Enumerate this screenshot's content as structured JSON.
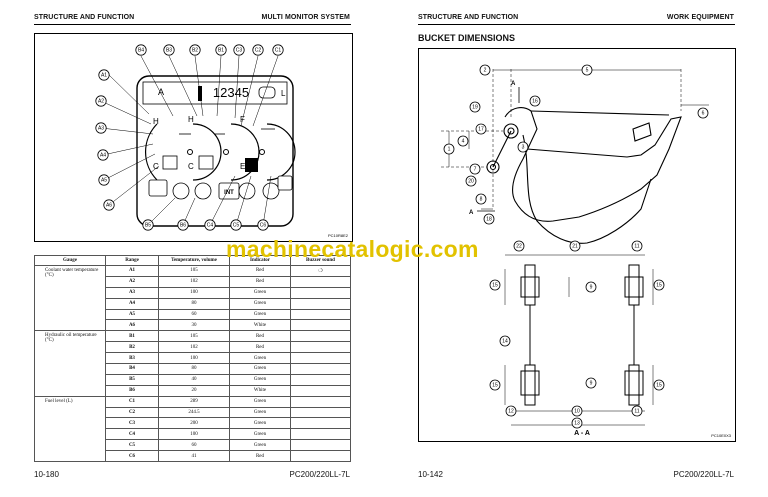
{
  "left_page": {
    "header_left": "STRUCTURE AND FUNCTION",
    "header_right": "MULTI MONITOR SYSTEM",
    "footer_left": "10-180",
    "footer_right": "PC200/220LL-7L",
    "figure_code": "PC10R8E2",
    "monitor_display": "12345",
    "monitor_callouts_top": [
      "B4",
      "B3",
      "B2",
      "B1",
      "C3",
      "C2",
      "C1"
    ],
    "monitor_callouts_left": [
      "A1",
      "A2",
      "A3",
      "A4",
      "A5",
      "A6"
    ],
    "monitor_callouts_bottom": [
      "B5",
      "B6",
      "C4",
      "C5",
      "C6"
    ],
    "table": {
      "headers": [
        "Gauge",
        "Range",
        "Temperature, volume",
        "Indicator",
        "Buzzer sound"
      ],
      "groups": [
        {
          "gauge": "Coolant water temperature (°C)",
          "rows": [
            {
              "range": "A1",
              "value": "105",
              "indicator": "Red",
              "buzzer": "❍"
            },
            {
              "range": "A2",
              "value": "102",
              "indicator": "Red",
              "buzzer": ""
            },
            {
              "range": "A3",
              "value": "100",
              "indicator": "Green",
              "buzzer": ""
            },
            {
              "range": "A4",
              "value": "80",
              "indicator": "Green",
              "buzzer": ""
            },
            {
              "range": "A5",
              "value": "60",
              "indicator": "Green",
              "buzzer": ""
            },
            {
              "range": "A6",
              "value": "30",
              "indicator": "White",
              "buzzer": ""
            }
          ]
        },
        {
          "gauge": "Hydraulic oil temperature (°C)",
          "rows": [
            {
              "range": "B1",
              "value": "105",
              "indicator": "Red",
              "buzzer": ""
            },
            {
              "range": "B2",
              "value": "102",
              "indicator": "Red",
              "buzzer": ""
            },
            {
              "range": "B3",
              "value": "100",
              "indicator": "Green",
              "buzzer": ""
            },
            {
              "range": "B4",
              "value": "80",
              "indicator": "Green",
              "buzzer": ""
            },
            {
              "range": "B5",
              "value": "40",
              "indicator": "Green",
              "buzzer": ""
            },
            {
              "range": "B6",
              "value": "20",
              "indicator": "White",
              "buzzer": ""
            }
          ]
        },
        {
          "gauge": "Fuel level (L)",
          "rows": [
            {
              "range": "C1",
              "value": "289",
              "indicator": "Green",
              "buzzer": ""
            },
            {
              "range": "C2",
              "value": "244.5",
              "indicator": "Green",
              "buzzer": ""
            },
            {
              "range": "C3",
              "value": "200",
              "indicator": "Green",
              "buzzer": ""
            },
            {
              "range": "C4",
              "value": "100",
              "indicator": "Green",
              "buzzer": ""
            },
            {
              "range": "C5",
              "value": "60",
              "indicator": "Green",
              "buzzer": ""
            },
            {
              "range": "C6",
              "value": "41",
              "indicator": "Red",
              "buzzer": ""
            }
          ]
        }
      ]
    }
  },
  "right_page": {
    "header_left": "STRUCTURE AND FUNCTION",
    "header_right": "WORK EQUIPMENT",
    "section_title": "BUCKET DIMENSIONS",
    "footer_left": "10-142",
    "footer_right": "PC200/220LL-7L",
    "figure_code": "PC10E0X3",
    "section_label": "A - A",
    "arrow_label": "A",
    "dimension_callouts": [
      "1",
      "2",
      "3",
      "4",
      "5",
      "6",
      "7",
      "8",
      "9",
      "10",
      "11",
      "12",
      "13",
      "14",
      "15",
      "16",
      "17",
      "18",
      "19",
      "20",
      "21",
      "22"
    ]
  },
  "watermark": "machinecatalogic.com"
}
